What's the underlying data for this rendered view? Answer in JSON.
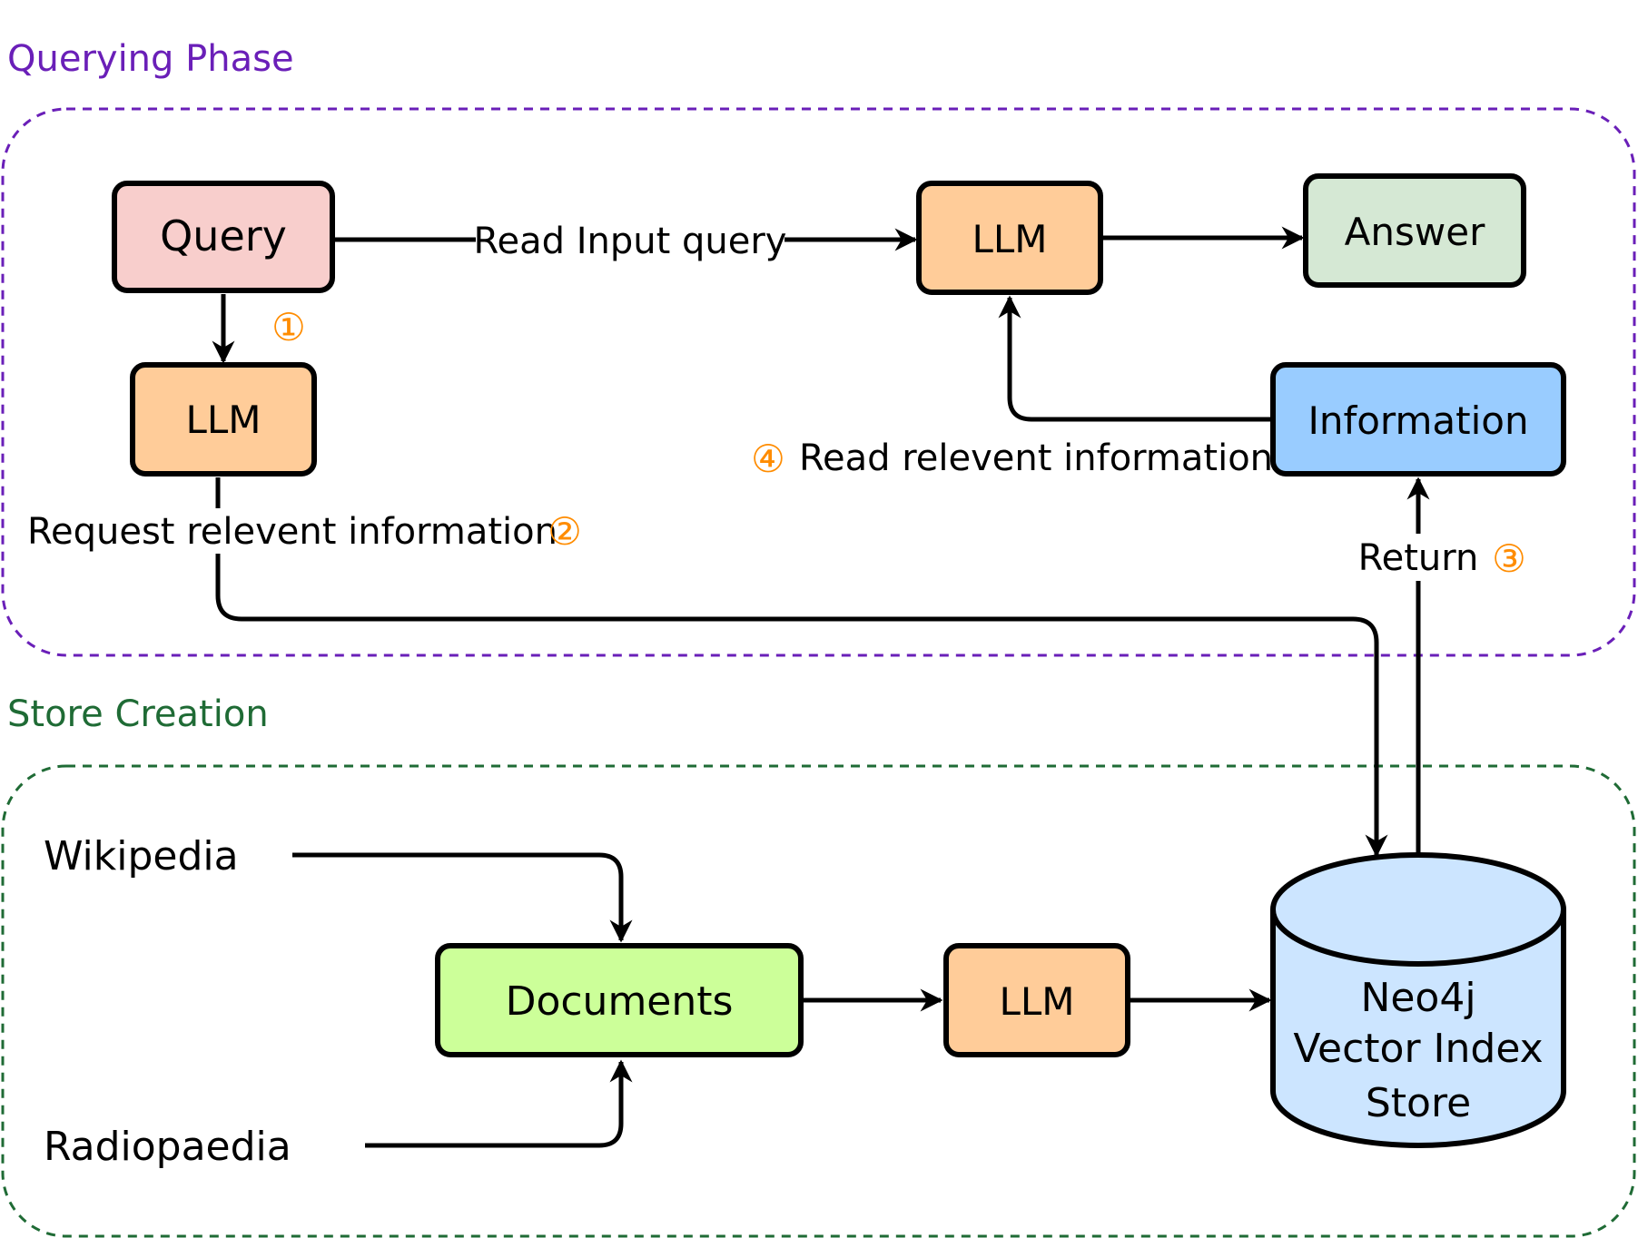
{
  "colors": {
    "querying_phase": "#6a1fb8",
    "store_creation": "#1f6b35",
    "query_fill": "#f8cecc",
    "llm_fill": "#ffcc99",
    "answer_fill": "#d5e8d4",
    "information_fill": "#99ccff",
    "documents_fill": "#ccff99",
    "store_fill": "#cce5ff",
    "step_marker": "#ff8c00",
    "stroke": "#000000"
  },
  "querying_phase": {
    "title": "Querying Phase",
    "query": "Query",
    "llm_router": "LLM",
    "llm_answer": "LLM",
    "answer": "Answer",
    "information": "Information",
    "edge_read_input_query": "Read Input query",
    "step1": "①",
    "edge_request": "Request relevent information",
    "step2": "②",
    "edge_return": "Return",
    "step3": "③",
    "step4": "④",
    "edge_read_relevant": "Read relevent information"
  },
  "store_creation": {
    "title": "Store Creation",
    "source_wikipedia": "Wikipedia",
    "source_radiopaedia": "Radiopaedia",
    "documents": "Documents",
    "llm_embed": "LLM",
    "store_line1": "Neo4j",
    "store_line2": "Vector Index",
    "store_line3": "Store"
  }
}
